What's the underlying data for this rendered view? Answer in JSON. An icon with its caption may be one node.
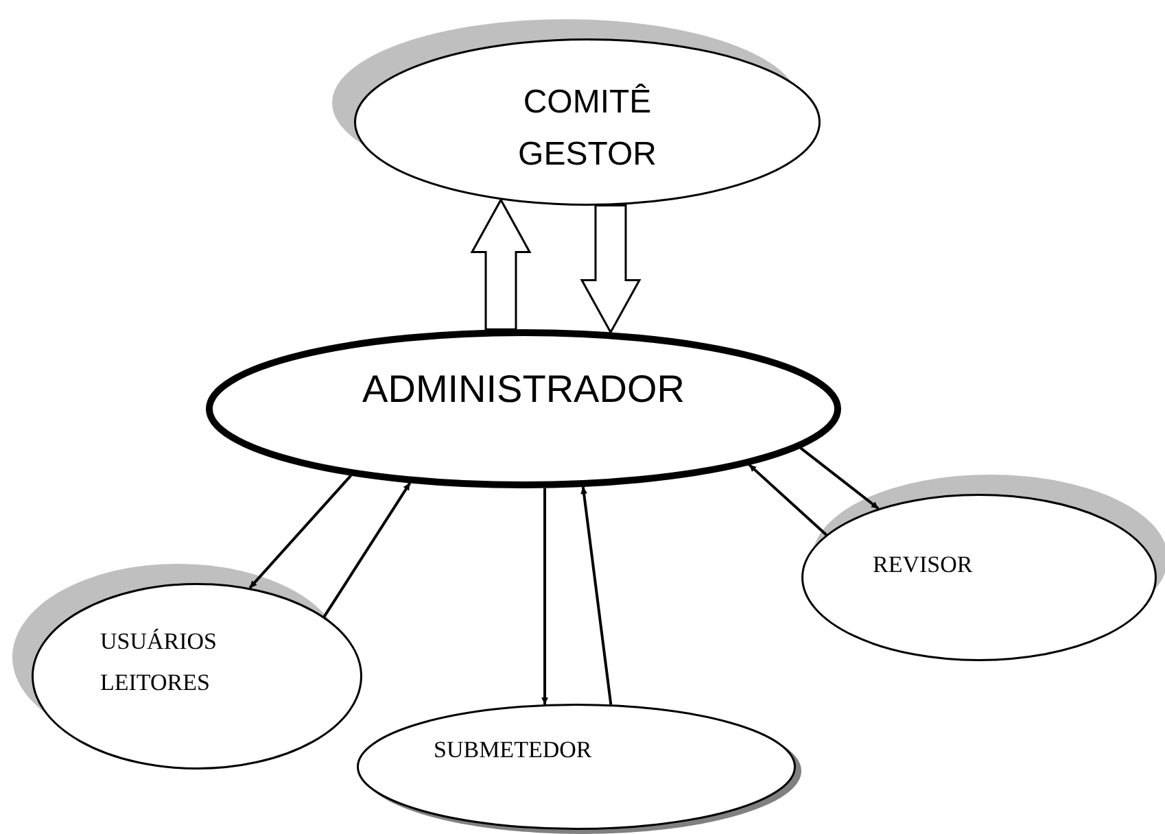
{
  "diagram": {
    "nodes": [
      {
        "text": [
          "COMITÊ GESTOR"
        ]
      },
      {
        "text": [
          "ADMINISTRADOR"
        ]
      },
      {
        "text": [
          "USUÁRIOS LEITORES"
        ]
      },
      {
        "text": [
          "SUBMETEDOR"
        ]
      },
      {
        "text": [
          "REVISOR"
        ]
      }
    ],
    "edges": [
      {
        "from": 1,
        "to": 0,
        "arrow": "to",
        "style": "thick"
      },
      {
        "from": 0,
        "to": 1,
        "arrow": "to",
        "style": "thick"
      },
      {
        "from": 1,
        "to": 2,
        "arrow": "to"
      },
      {
        "from": 2,
        "to": 1,
        "arrow": "to"
      },
      {
        "from": 1,
        "to": 3,
        "arrow": "to"
      },
      {
        "from": 3,
        "to": 1,
        "arrow": "to"
      },
      {
        "from": 1,
        "to": 4,
        "arrow": "to"
      },
      {
        "from": 4,
        "to": 1,
        "arrow": "to"
      }
    ]
  }
}
